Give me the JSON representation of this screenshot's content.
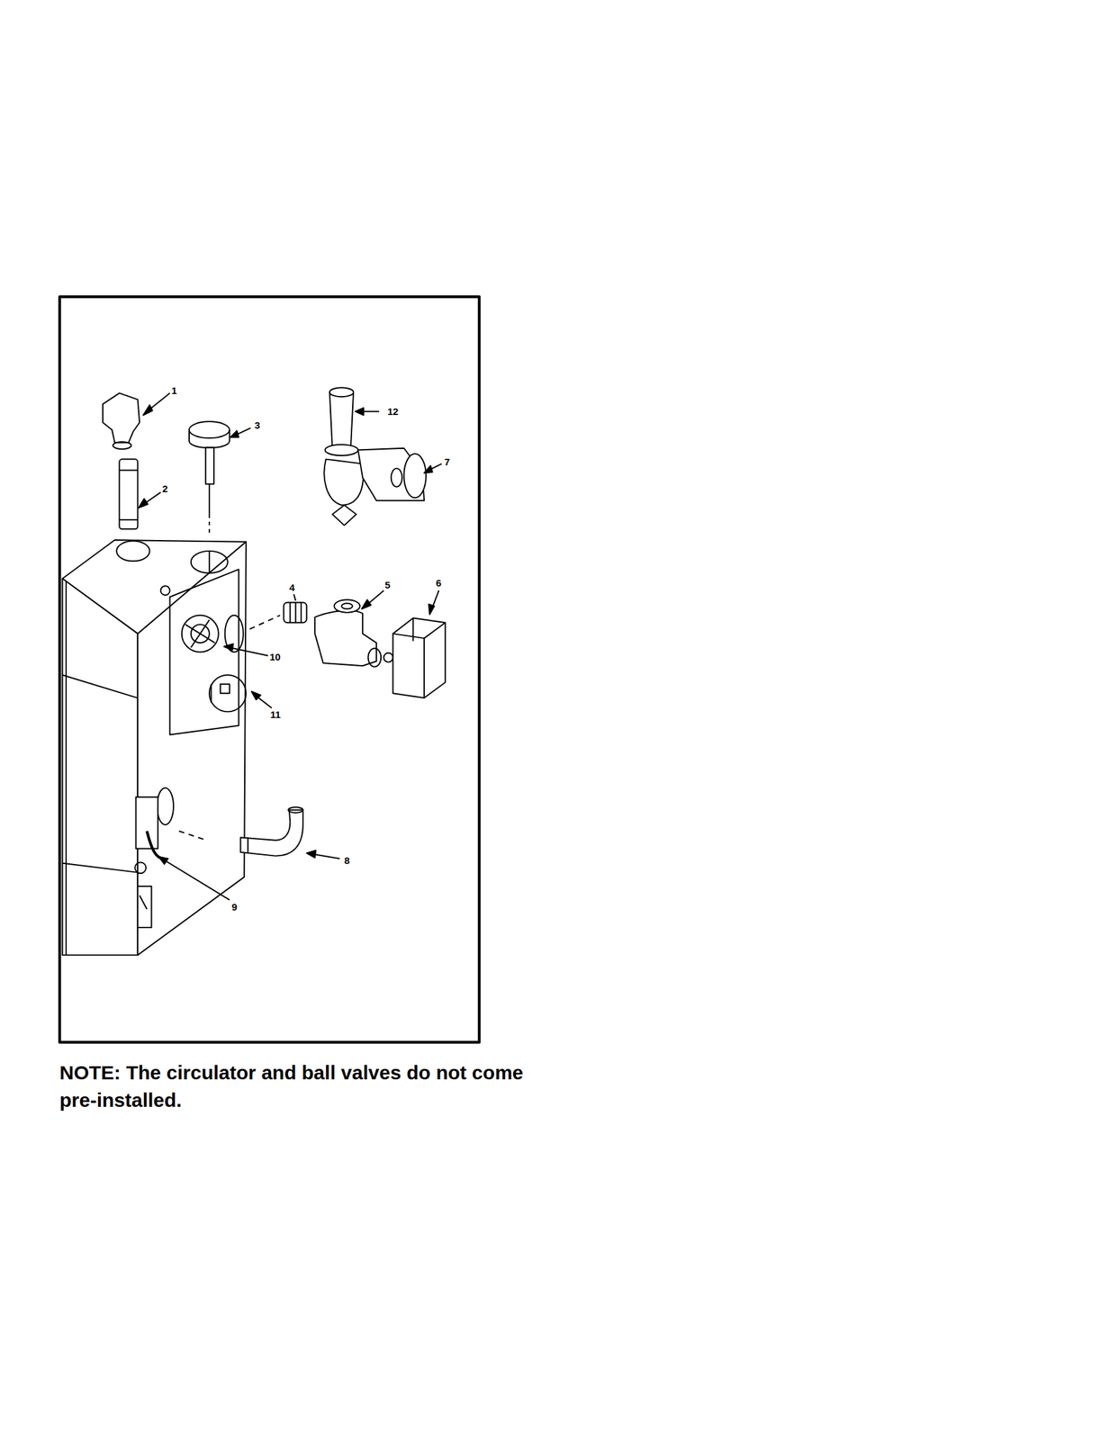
{
  "diagram": {
    "caption": "NOTE: The circulator and ball valves do not come pre-installed.",
    "labels": [
      "1",
      "12",
      "3",
      "7",
      "2",
      "4",
      "5",
      "6",
      "10",
      "11",
      "8",
      "9"
    ]
  }
}
